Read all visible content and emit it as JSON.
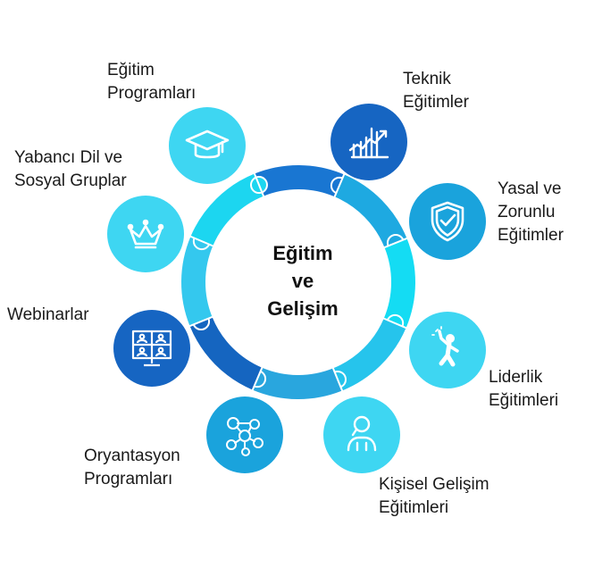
{
  "center": {
    "line1": "Eğitim",
    "line2": "ve",
    "line3": "Gelişim"
  },
  "colors": {
    "light_cyan": "#3ed6f2",
    "mid_blue": "#1aa3dc",
    "dark_blue": "#1665c2",
    "ring_segments": [
      "#1976d2",
      "#1ea9e1",
      "#14dcf3",
      "#26c4ec",
      "#29a6de",
      "#1565c0",
      "#34c8ee",
      "#1cd6f0"
    ]
  },
  "nodes": [
    {
      "id": "egitim-programlari",
      "icon": "graduation-cap-icon",
      "line1": "Eğitim",
      "line2": "Programları",
      "color": "#3ed6f2"
    },
    {
      "id": "teknik-egitimler",
      "icon": "line-chart-icon",
      "line1": "Teknik",
      "line2": "Eğitimler",
      "color": "#1665c2"
    },
    {
      "id": "yasal-zorunlu",
      "icon": "shield-check-icon",
      "line1": "Yasal ve",
      "line2": "Zorunlu",
      "line3": "Eğitimler",
      "color": "#1aa3dc"
    },
    {
      "id": "liderlik",
      "icon": "leader-person-icon",
      "line1": "Liderlik",
      "line2": "Eğitimleri",
      "color": "#3ed6f2"
    },
    {
      "id": "kisisel-gelisim",
      "icon": "head-magnifier-icon",
      "line1": "Kişisel Gelişim",
      "line2": "Eğitimleri",
      "color": "#3ed6f2"
    },
    {
      "id": "oryantasyon",
      "icon": "people-network-icon",
      "line1": "Oryantasyon",
      "line2": "Programları",
      "color": "#1aa3dc"
    },
    {
      "id": "webinarlar",
      "icon": "video-conference-icon",
      "line1": "Webinarlar",
      "color": "#1665c2"
    },
    {
      "id": "yabanci-dil",
      "icon": "crown-icon",
      "line1": "Yabancı Dil ve",
      "line2": "Sosyal Gruplar",
      "color": "#3ed6f2"
    }
  ]
}
